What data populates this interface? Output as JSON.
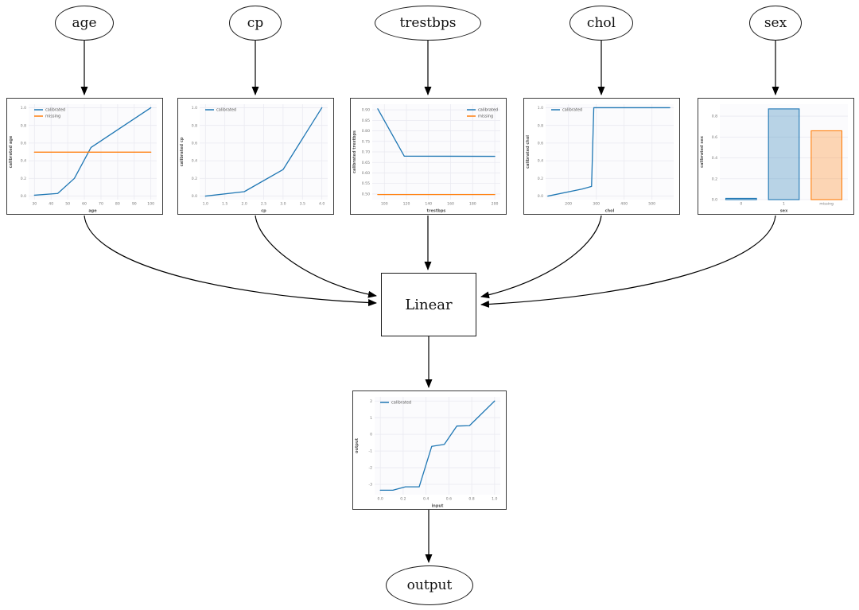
{
  "diagram": {
    "input_nodes": [
      {
        "label": "age"
      },
      {
        "label": "cp"
      },
      {
        "label": "trestbps"
      },
      {
        "label": "chol"
      },
      {
        "label": "sex"
      }
    ],
    "linear_label": "Linear",
    "output_label": "output"
  },
  "colors": {
    "calibrated_line": "#1f77b4",
    "missing_line": "#ff7f0e",
    "calibrated_bar_fill": "rgba(31,119,180,0.30)",
    "missing_bar_fill": "rgba(255,127,14,0.30)",
    "grid": "#eaeaf1",
    "plot_bg": "#fbfbfd",
    "tick_text": "#777777",
    "axis_label_text": "#555555"
  },
  "chart_data": [
    {
      "id": "age",
      "type": "line",
      "xlabel": "age",
      "ylabel": "calibrated age",
      "xlim": [
        26.5,
        103.5
      ],
      "ylim": [
        -0.04,
        1.04
      ],
      "xtick_vals": [
        30,
        40,
        50,
        60,
        70,
        80,
        90,
        100
      ],
      "xtick_labels": [
        "30",
        "40",
        "50",
        "60",
        "70",
        "80",
        "90",
        "100"
      ],
      "ytick_vals": [
        0.0,
        0.2,
        0.4,
        0.6,
        0.8,
        1.0
      ],
      "ytick_labels": [
        "0.0",
        "0.2",
        "0.4",
        "0.6",
        "0.8",
        "1.0"
      ],
      "legend_pos": "tl",
      "legend": [
        {
          "label": "calibrated",
          "color": "#1f77b4"
        },
        {
          "label": "missing",
          "color": "#ff7f0e"
        }
      ],
      "series": [
        {
          "name": "calibrated",
          "color": "#1f77b4",
          "x": [
            30,
            44,
            54,
            64,
            100
          ],
          "y": [
            0.01,
            0.03,
            0.2,
            0.55,
            1.0
          ]
        },
        {
          "name": "missing",
          "color": "#ff7f0e",
          "x": [
            30,
            100
          ],
          "y": [
            0.497,
            0.497
          ]
        }
      ]
    },
    {
      "id": "cp",
      "type": "line",
      "xlabel": "cp",
      "ylabel": "calibrated cp",
      "xlim": [
        0.85,
        4.15
      ],
      "ylim": [
        -0.04,
        1.04
      ],
      "xtick_vals": [
        1.0,
        1.5,
        2.0,
        2.5,
        3.0,
        3.5,
        4.0
      ],
      "xtick_labels": [
        "1.0",
        "1.5",
        "2.0",
        "2.5",
        "3.0",
        "3.5",
        "4.0"
      ],
      "ytick_vals": [
        0.0,
        0.2,
        0.4,
        0.6,
        0.8,
        1.0
      ],
      "ytick_labels": [
        "0.0",
        "0.2",
        "0.4",
        "0.6",
        "0.8",
        "1.0"
      ],
      "legend_pos": "tl",
      "legend": [
        {
          "label": "calibrated",
          "color": "#1f77b4"
        }
      ],
      "series": [
        {
          "name": "calibrated",
          "color": "#1f77b4",
          "x": [
            1.0,
            2.0,
            3.0,
            4.0
          ],
          "y": [
            0.0,
            0.05,
            0.3,
            1.0
          ]
        }
      ]
    },
    {
      "id": "trestbps",
      "type": "line",
      "xlabel": "trestbps",
      "ylabel": "calibrated trestbps",
      "xlim": [
        89,
        205
      ],
      "ylim": [
        0.473,
        0.927
      ],
      "xtick_vals": [
        100,
        120,
        140,
        160,
        180,
        200
      ],
      "xtick_labels": [
        "100",
        "120",
        "140",
        "160",
        "180",
        "200"
      ],
      "ytick_vals": [
        0.5,
        0.55,
        0.6,
        0.65,
        0.7,
        0.75,
        0.8,
        0.85,
        0.9
      ],
      "ytick_labels": [
        "0.50",
        "0.55",
        "0.60",
        "0.65",
        "0.70",
        "0.75",
        "0.80",
        "0.85",
        "0.90"
      ],
      "legend_pos": "tr",
      "legend": [
        {
          "label": "calibrated",
          "color": "#1f77b4"
        },
        {
          "label": "missing",
          "color": "#ff7f0e"
        }
      ],
      "series": [
        {
          "name": "calibrated",
          "color": "#1f77b4",
          "x": [
            94,
            118,
            200
          ],
          "y": [
            0.905,
            0.68,
            0.679
          ]
        },
        {
          "name": "missing",
          "color": "#ff7f0e",
          "x": [
            94,
            200
          ],
          "y": [
            0.497,
            0.497
          ]
        }
      ]
    },
    {
      "id": "chol",
      "type": "line",
      "xlabel": "chol",
      "ylabel": "calibrated chol",
      "xlim": [
        118,
        578
      ],
      "ylim": [
        -0.04,
        1.04
      ],
      "xtick_vals": [
        200,
        300,
        400,
        500
      ],
      "xtick_labels": [
        "200",
        "300",
        "400",
        "500"
      ],
      "ytick_vals": [
        0.0,
        0.2,
        0.4,
        0.6,
        0.8,
        1.0
      ],
      "ytick_labels": [
        "0.0",
        "0.2",
        "0.4",
        "0.6",
        "0.8",
        "1.0"
      ],
      "legend_pos": "tl",
      "legend": [
        {
          "label": "calibrated",
          "color": "#1f77b4"
        }
      ],
      "series": [
        {
          "name": "calibrated",
          "color": "#1f77b4",
          "x": [
            126,
            250,
            283,
            291,
            564
          ],
          "y": [
            0.0,
            0.08,
            0.11,
            1.0,
            1.0
          ]
        }
      ]
    },
    {
      "id": "sex",
      "type": "bar",
      "xlabel": "sex",
      "ylabel": "calibrated sex",
      "ylim": [
        0,
        0.915
      ],
      "categories": [
        "0",
        "1",
        "missing"
      ],
      "values": [
        0.012,
        0.87,
        0.66
      ],
      "bar_stroke": [
        "#1f77b4",
        "#1f77b4",
        "#ff7f0e"
      ],
      "bar_fill": [
        "rgba(31,119,180,0.30)",
        "rgba(31,119,180,0.30)",
        "rgba(255,127,14,0.30)"
      ],
      "ytick_vals": [
        0.0,
        0.2,
        0.4,
        0.6,
        0.8
      ],
      "ytick_labels": [
        "0.0",
        "0.2",
        "0.4",
        "0.6",
        "0.8"
      ]
    },
    {
      "id": "output",
      "type": "line",
      "xlabel": "input",
      "ylabel": "output",
      "xlim": [
        -0.05,
        1.05
      ],
      "ylim": [
        -3.62,
        2.25
      ],
      "xtick_vals": [
        0.0,
        0.2,
        0.4,
        0.6,
        0.8,
        1.0
      ],
      "xtick_labels": [
        "0.0",
        "0.2",
        "0.4",
        "0.6",
        "0.8",
        "1.0"
      ],
      "ytick_vals": [
        -3,
        -2,
        -1,
        0,
        1,
        2
      ],
      "ytick_labels": [
        "-3",
        "-2",
        "-1",
        "0",
        "1",
        "2"
      ],
      "legend_pos": "tl",
      "legend": [
        {
          "label": "calibrated",
          "color": "#1f77b4"
        }
      ],
      "series": [
        {
          "name": "calibrated",
          "color": "#1f77b4",
          "x": [
            0.0,
            0.11,
            0.22,
            0.34,
            0.45,
            0.56,
            0.67,
            0.78,
            1.0
          ],
          "y": [
            -3.35,
            -3.35,
            -3.15,
            -3.15,
            -0.72,
            -0.6,
            0.5,
            0.52,
            2.0
          ]
        }
      ]
    }
  ]
}
